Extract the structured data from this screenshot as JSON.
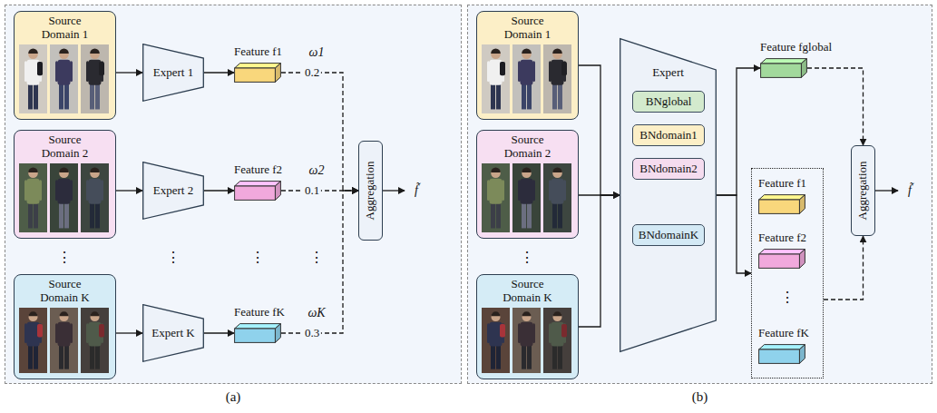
{
  "diagram": {
    "nodes": [
      {
        "text": [
          "(a)"
        ]
      },
      {
        "text": [
          "Source Domain 1"
        ],
        "in": 0
      },
      {
        "text": [
          "Source Domain 2"
        ],
        "in": 0
      },
      {
        "text": [
          "Source Domain K"
        ],
        "in": 0
      },
      {
        "text": [
          "Expert 1"
        ],
        "in": 0
      },
      {
        "text": [
          "Expert 2"
        ],
        "in": 0
      },
      {
        "text": [
          "Expert K"
        ],
        "in": 0
      },
      {
        "text": [
          "Feature f1"
        ],
        "in": 0
      },
      {
        "text": [
          "Feature f2"
        ],
        "in": 0
      },
      {
        "text": [
          "Feature fK"
        ],
        "in": 0
      },
      {
        "text": [
          "Aggregation"
        ],
        "in": 0
      },
      {
        "text": [
          "(b)"
        ]
      },
      {
        "text": [
          "Source Domain 1"
        ],
        "in": 11
      },
      {
        "text": [
          "Source Domain 2"
        ],
        "in": 11
      },
      {
        "text": [
          "Source Domain K"
        ],
        "in": 11
      },
      {
        "text": [
          "Expert"
        ],
        "in": 11
      },
      {
        "text": [
          "BNglobal"
        ],
        "in": 15
      },
      {
        "text": [
          "BNdomain1"
        ],
        "in": 15
      },
      {
        "text": [
          "BNdomain2"
        ],
        "in": 15
      },
      {
        "text": [
          "BNdomainK"
        ],
        "in": 15
      },
      {
        "text": [
          "Feature fglobal"
        ],
        "in": 11
      },
      {
        "text": [
          "⋮"
        ],
        "in": 11
      },
      {
        "text": [
          "Feature f1"
        ],
        "in": 21
      },
      {
        "text": [
          "Feature f2"
        ],
        "in": 21
      },
      {
        "text": [
          "Feature fK"
        ],
        "in": 21
      },
      {
        "text": [
          "Aggregation"
        ],
        "in": 11
      }
    ],
    "edges": [
      {
        "from": 1,
        "to": 4,
        "arrow": "to"
      },
      {
        "from": 2,
        "to": 5,
        "arrow": "to"
      },
      {
        "from": 3,
        "to": 6,
        "arrow": "to"
      },
      {
        "from": 4,
        "to": 7,
        "arrow": "to"
      },
      {
        "from": 5,
        "to": 8,
        "arrow": "to"
      },
      {
        "from": 6,
        "to": 9,
        "arrow": "to"
      },
      {
        "from": 7,
        "to": 10,
        "label": "0.2",
        "arrow": "to"
      },
      {
        "from": 8,
        "to": 10,
        "label": "0.1",
        "arrow": "to"
      },
      {
        "from": 9,
        "to": 10,
        "label": "0.3",
        "arrow": "to"
      },
      {
        "from": 12,
        "to": 15,
        "arrow": "to"
      },
      {
        "from": 13,
        "to": 15,
        "arrow": "to"
      },
      {
        "from": 14,
        "to": 15,
        "arrow": "to"
      },
      {
        "from": 15,
        "to": 20,
        "arrow": "to"
      },
      {
        "from": 15,
        "to": 21,
        "arrow": "to"
      },
      {
        "from": 20,
        "to": 25,
        "arrow": "to"
      },
      {
        "from": 21,
        "to": 25,
        "arrow": "to"
      }
    ],
    "labels": [
      "ω1",
      "ω2",
      "ωK",
      "⋮",
      "⋮",
      "⋮",
      "⋮",
      "f̃",
      "⋮",
      "⋮",
      "f̃"
    ]
  }
}
